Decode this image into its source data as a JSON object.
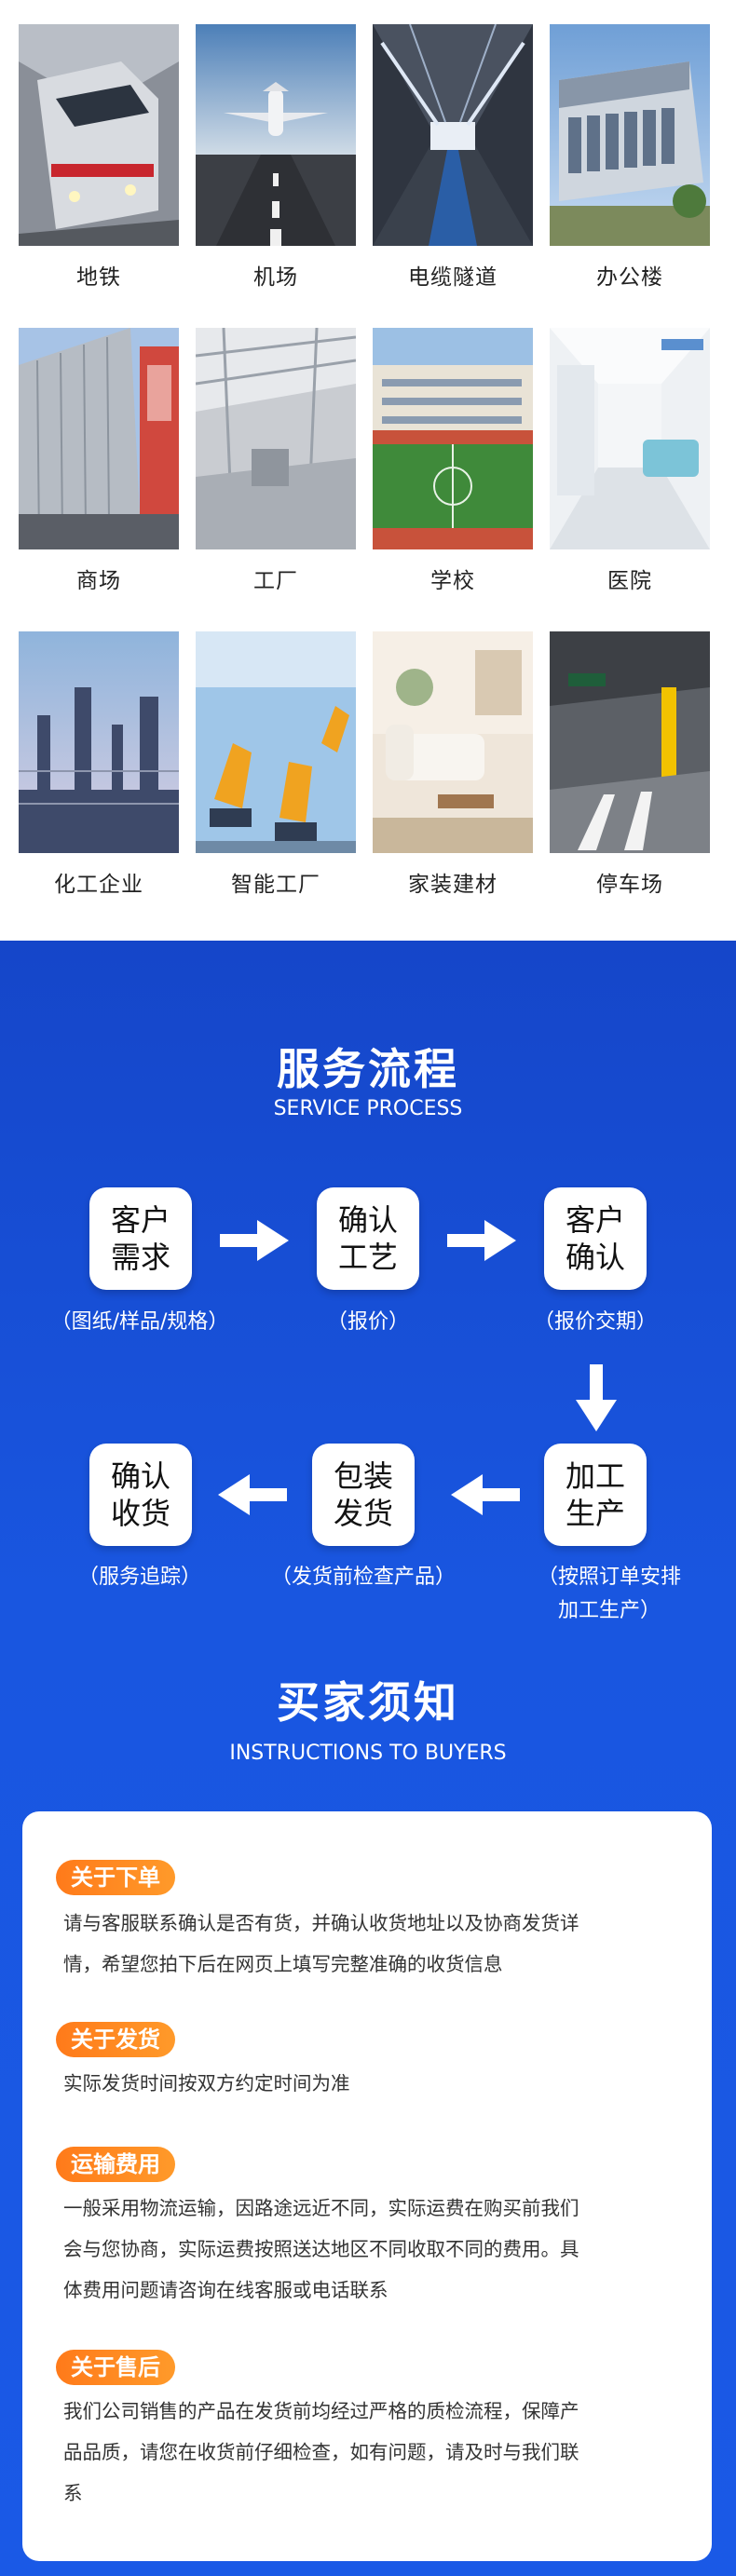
{
  "gallery": {
    "items": [
      {
        "label": "地铁"
      },
      {
        "label": "机场"
      },
      {
        "label": "电缆隧道"
      },
      {
        "label": "办公楼"
      },
      {
        "label": "商场"
      },
      {
        "label": "工厂"
      },
      {
        "label": "学校"
      },
      {
        "label": "医院"
      },
      {
        "label": "化工企业"
      },
      {
        "label": "智能工厂"
      },
      {
        "label": "家装建材"
      },
      {
        "label": "停车场"
      }
    ]
  },
  "service": {
    "title": "服务流程",
    "subtitle": "SERVICE PROCESS",
    "steps": [
      {
        "line1": "客户",
        "line2": "需求",
        "note": "（图纸/样品/规格）"
      },
      {
        "line1": "确认",
        "line2": "工艺",
        "note": "（报价）"
      },
      {
        "line1": "客户",
        "line2": "确认",
        "note": "（报价交期）"
      },
      {
        "line1": "加工",
        "line2": "生产",
        "note1": "（按照订单安排",
        "note2": "加工生产）"
      },
      {
        "line1": "包装",
        "line2": "发货",
        "note": "（发货前检查产品）"
      },
      {
        "line1": "确认",
        "line2": "收货",
        "note": "（服务追踪）"
      }
    ]
  },
  "buyers": {
    "title": "买家须知",
    "subtitle": "INSTRUCTIONS TO BUYERS",
    "sections": [
      {
        "tag": "关于下单",
        "lines": [
          "请与客服联系确认是否有货，并确认收货地址以及协商发货详",
          "情，希望您拍下后在网页上填写完整准确的收货信息"
        ]
      },
      {
        "tag": "关于发货",
        "lines": [
          "实际发货时间按双方约定时间为准"
        ]
      },
      {
        "tag": "运输费用",
        "lines": [
          "一般采用物流运输，因路途远近不同，实际运费在购买前我们",
          "会与您协商，实际运费按照送达地区不同收取不同的费用。具",
          "体费用问题请咨询在线客服或电话联系"
        ]
      },
      {
        "tag": "关于售后",
        "lines": [
          "我们公司销售的产品在发货前均经过严格的质检流程，保障产",
          "品品质，请您在收货前仔细检查，如有问题，请及时与我们联",
          "系"
        ]
      }
    ]
  },
  "colors": {
    "brand_blue": "#1a55de",
    "tag_orange": "#ff8a20"
  }
}
